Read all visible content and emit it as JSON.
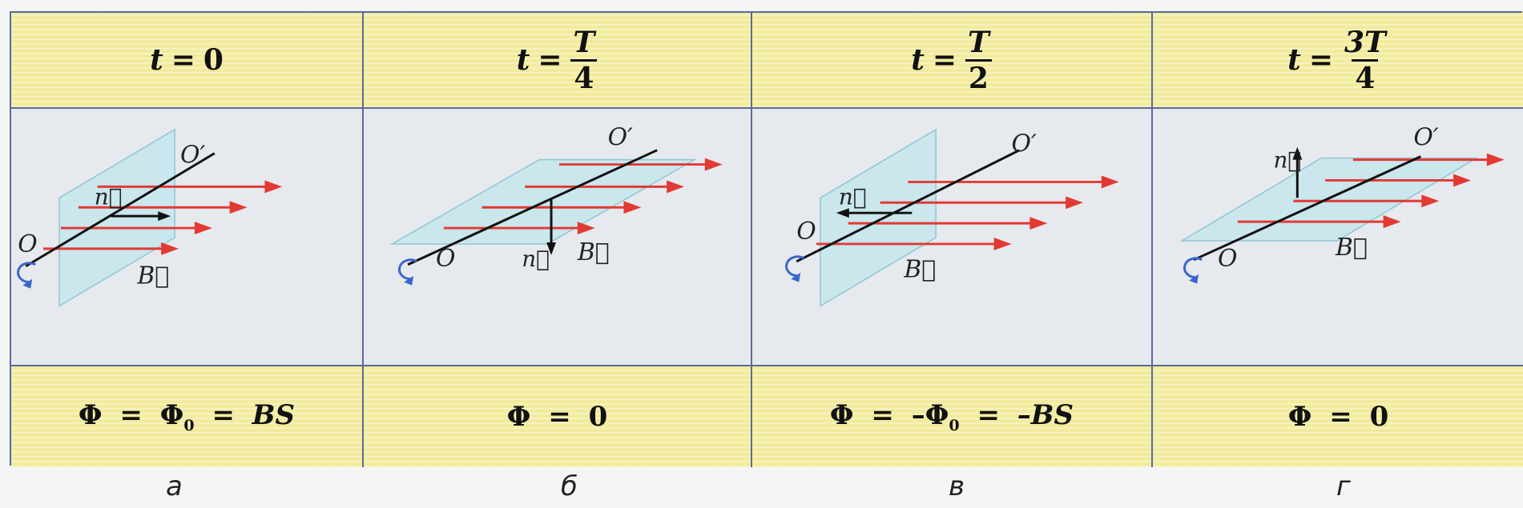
{
  "columns": [
    {
      "time": {
        "var": "t",
        "eq": "=",
        "whole": "0",
        "num": "",
        "den": ""
      },
      "flux": {
        "lhs": "Φ",
        "eq": "=",
        "rhs": "Φ",
        "rhs_sub": "0",
        "eq2": "=",
        "rhs2": "BS"
      },
      "labels": {
        "origin": "O",
        "origin_prime": "O′",
        "normal": "n⃗",
        "field": "B⃗"
      },
      "letter": "а"
    },
    {
      "time": {
        "var": "t",
        "eq": "=",
        "whole": "",
        "num": "T",
        "den": "4"
      },
      "flux": {
        "lhs": "Φ",
        "eq": "=",
        "rhs": "0",
        "rhs_sub": "",
        "eq2": "",
        "rhs2": ""
      },
      "labels": {
        "origin": "O",
        "origin_prime": "O′",
        "normal": "n⃗",
        "field": "B⃗"
      },
      "letter": "б"
    },
    {
      "time": {
        "var": "t",
        "eq": "=",
        "whole": "",
        "num": "T",
        "den": "2"
      },
      "flux": {
        "lhs": "Φ",
        "eq": "=",
        "rhs": "–Φ",
        "rhs_sub": "0",
        "eq2": "=",
        "rhs2": "–BS"
      },
      "labels": {
        "origin": "O",
        "origin_prime": "O′",
        "normal": "n⃗",
        "field": "B⃗"
      },
      "letter": "в"
    },
    {
      "time": {
        "var": "t",
        "eq": "=",
        "whole": "",
        "num": "3T",
        "den": "4"
      },
      "flux": {
        "lhs": "Φ",
        "eq": "=",
        "rhs": "0",
        "rhs_sub": "",
        "eq2": "",
        "rhs2": ""
      },
      "labels": {
        "origin": "O",
        "origin_prime": "O′",
        "normal": "n⃗",
        "field": "B⃗"
      },
      "letter": "г"
    }
  ],
  "colors": {
    "header_band": "#f2eb9c",
    "grid_line": "#5a6a9a",
    "figure_bg": "#e6e9ee",
    "plane_fill": "#bfe6ec",
    "field_arrow": "#e23a33",
    "axis": "#111111",
    "rotation_arrow": "#3a66cc"
  }
}
